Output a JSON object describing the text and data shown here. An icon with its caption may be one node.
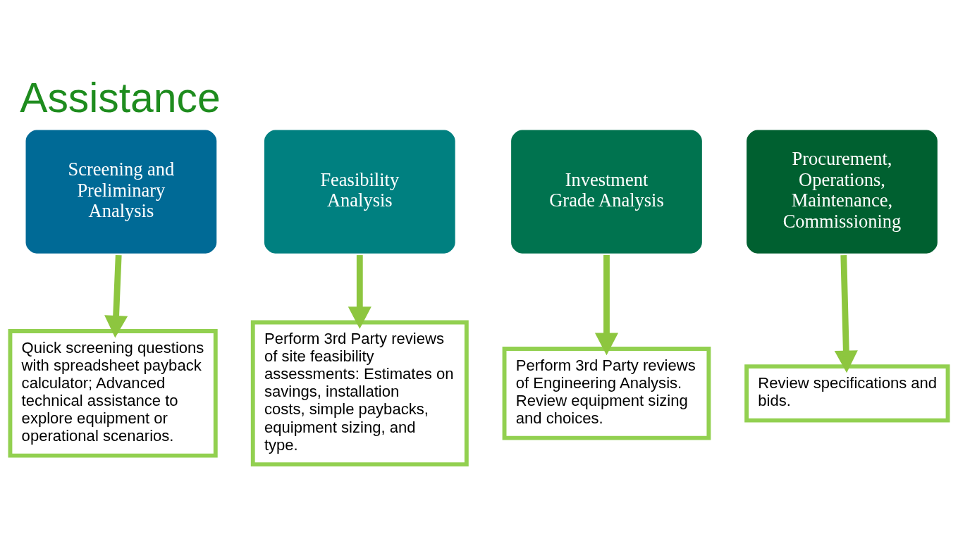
{
  "diagram": {
    "title": "Assistance",
    "nodes": [
      {
        "text": [
          "Screening and Preliminary Analysis"
        ]
      },
      {
        "text": [
          "Feasibility Analysis"
        ]
      },
      {
        "text": [
          "Investment Grade Analysis"
        ]
      },
      {
        "text": [
          "Procurement, Operations, Maintenance, Commissioning"
        ]
      },
      {
        "text": [
          "Quick screening questions with spreadsheet payback calculator; Advanced technical assistance to explore equipment or operational scenarios."
        ]
      },
      {
        "text": [
          "Perform 3rd Party reviews of site feasibility assessments: Estimates on savings, installation costs, simple paybacks, equipment sizing, and type."
        ]
      },
      {
        "text": [
          "Perform 3rd Party reviews of Engineering Analysis. Review equipment sizing and choices."
        ]
      },
      {
        "text": [
          "Review specifications and bids."
        ]
      }
    ],
    "edges": [
      {
        "from": 0,
        "to": 4,
        "arrow": "to"
      },
      {
        "from": 1,
        "to": 5,
        "arrow": "to"
      },
      {
        "from": 2,
        "to": 6,
        "arrow": "to"
      },
      {
        "from": 3,
        "to": 7,
        "arrow": "to"
      }
    ]
  }
}
